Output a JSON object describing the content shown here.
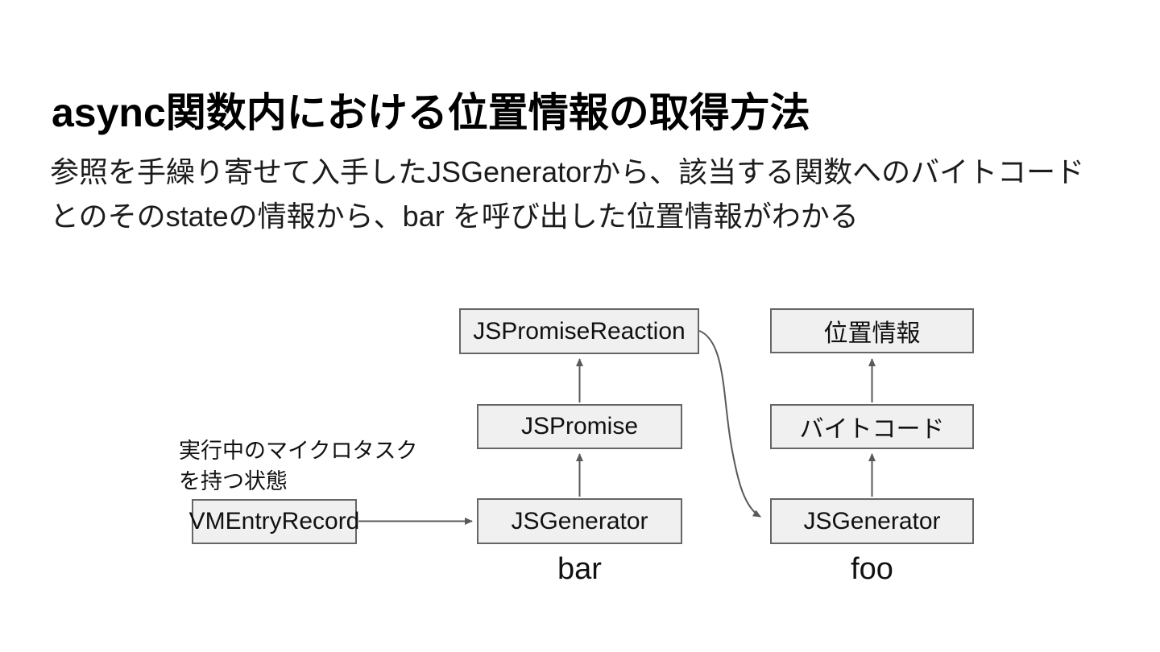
{
  "slide": {
    "title": "async関数内における位置情報の取得方法",
    "body_line1": "参照を手繰り寄せて入手したJSGeneratorから、該当する関数へのバイトコード",
    "body_line2": "とのそのstateの情報から、bar を呼び出した位置情報がわかる"
  },
  "diagram": {
    "annotation_line1": "実行中のマイクロタスク",
    "annotation_line2": "を持つ状態",
    "boxes": {
      "js_promise_reaction": "JSPromiseReaction",
      "js_promise": "JSPromise",
      "vm_entry_record": "VMEntryRecord",
      "js_generator_bar": "JSGenerator",
      "location_info": "位置情報",
      "bytecode": "バイトコード",
      "js_generator_foo": "JSGenerator"
    },
    "function_labels": {
      "bar": "bar",
      "foo": "foo"
    },
    "colors": {
      "background": "#ffffff",
      "box_fill": "#f0f0f0",
      "box_border": "#666666",
      "arrow": "#595959",
      "text": "#111111"
    }
  }
}
